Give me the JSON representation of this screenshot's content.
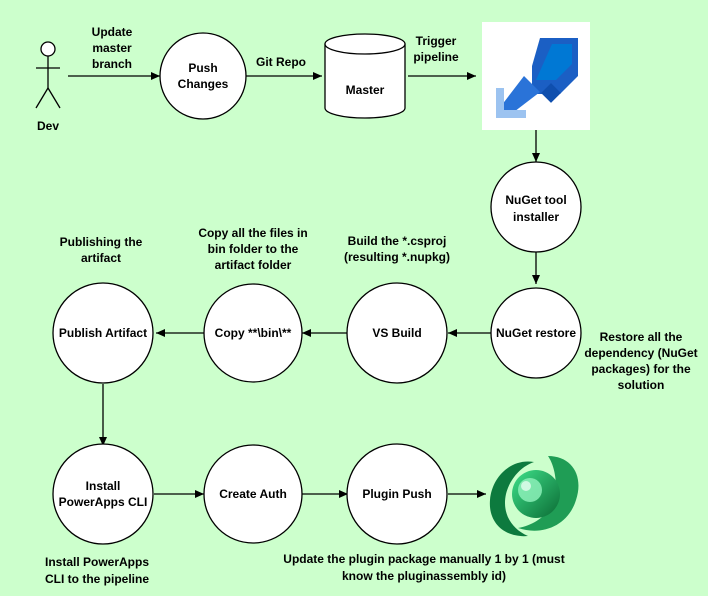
{
  "actor": {
    "label": "Dev"
  },
  "nodes": {
    "push_changes": [
      "Push",
      "Changes"
    ],
    "master": "Master",
    "nuget_tool_installer": [
      "NuGet tool",
      "installer"
    ],
    "nuget_restore": "NuGet restore",
    "vs_build": "VS Build",
    "copy_bin": "Copy **\\bin\\**",
    "publish_artifact": "Publish Artifact",
    "install_powerapps_cli": [
      "Install",
      "PowerApps CLI"
    ],
    "create_auth": "Create Auth",
    "plugin_push": "Plugin Push"
  },
  "edge_labels": {
    "update_master": [
      "Update",
      "master",
      "branch"
    ],
    "git_repo": "Git Repo",
    "trigger_pipeline": [
      "Trigger",
      "pipeline"
    ]
  },
  "annotations": {
    "publishing": [
      "Publishing the",
      "artifact"
    ],
    "copy_files": [
      "Copy all the files in",
      "bin folder to the",
      "artifact folder"
    ],
    "build_csproj": [
      "Build the *.csproj",
      "(resulting *.nupkg)"
    ],
    "restore_dependency": [
      "Restore all the",
      "dependency (NuGet",
      "packages) for the",
      "solution"
    ],
    "install_cli": [
      "Install PowerApps",
      "CLI to the pipeline"
    ],
    "update_plugin": [
      "Update the plugin package manually 1 by 1 (must",
      "know the pluginassembly id)"
    ]
  },
  "icons": {
    "pipelines": "azure-pipelines-icon",
    "dataverse": "dataverse-icon"
  },
  "colors": {
    "background": "#ccffcc",
    "pipelines_blue": "#0078d4",
    "dataverse_green": "#16a34a"
  }
}
